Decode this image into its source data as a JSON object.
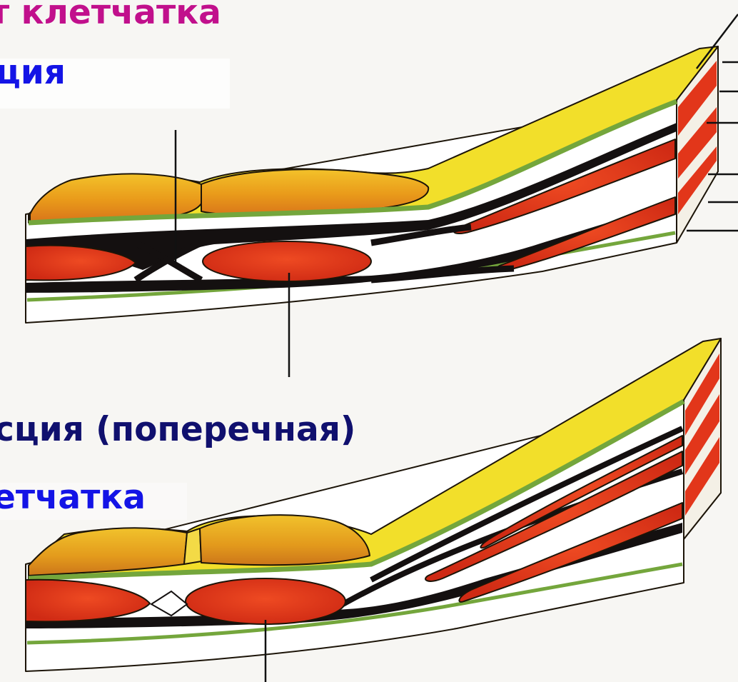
{
  "labels": {
    "top_title": "т клетчатка",
    "top_fascia": "ция",
    "bottom_fascia": "сция (поперечная)",
    "bottom_tissue": "етчатка"
  },
  "colors": {
    "magenta_text": "#c1108c",
    "blue_text": "#1414e6",
    "navy_text": "#10106e",
    "fat_yellow": "#f2df2a",
    "fat_orange": "#e49418",
    "muscle_red": "#e2361a",
    "fascia_black": "#141010",
    "membrane_green": "#74a63c",
    "white_layer": "#ffffff"
  }
}
